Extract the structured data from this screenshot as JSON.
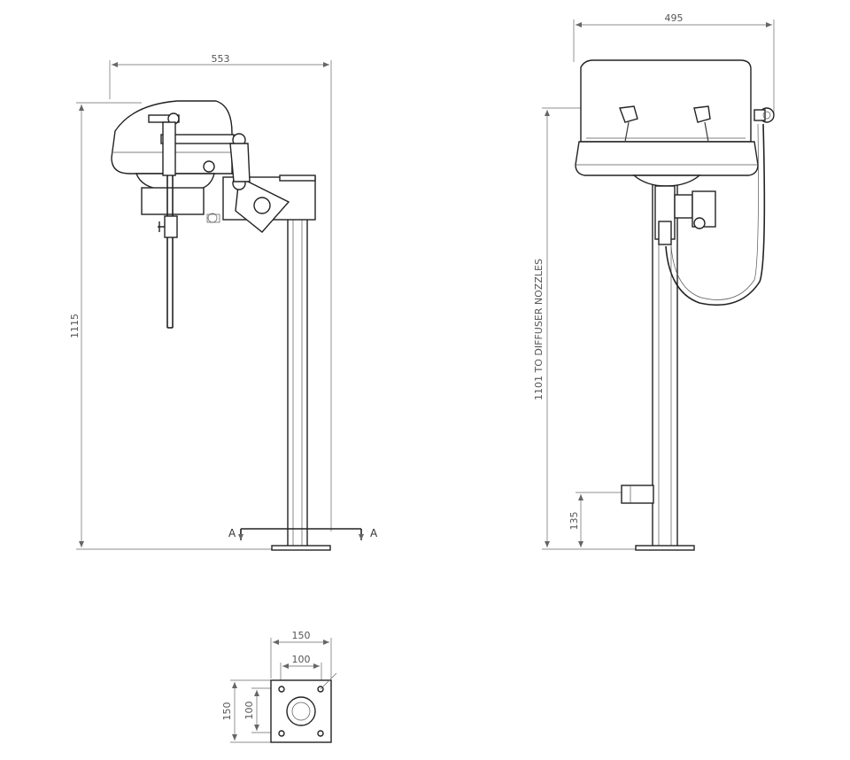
{
  "side_view": {
    "width_label": "553",
    "height_label": "1115",
    "section_marker_left": "A",
    "section_marker_right": "A"
  },
  "front_view": {
    "width_label": "495",
    "nozzle_height_label": "1101 TO DIFFUSER NOZZLES",
    "drain_height_label": "135"
  },
  "base_plate": {
    "outer_width_label": "150",
    "inner_width_label": "100",
    "outer_height_label": "150",
    "inner_height_label": "100"
  }
}
